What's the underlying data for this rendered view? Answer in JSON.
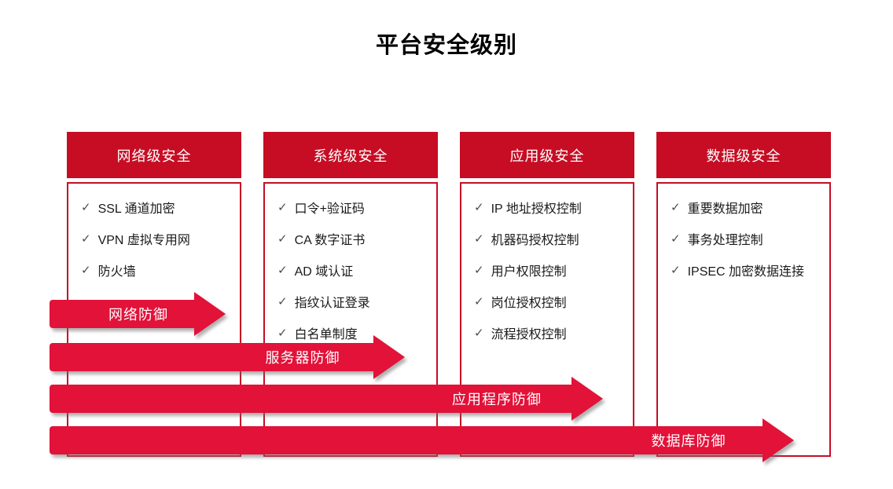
{
  "title": "平台安全级别",
  "check_glyph": "✓",
  "colors": {
    "header_red": "#C60D24",
    "border_red": "#C60D24",
    "arrow_red": "#E21239",
    "check_gray": "#4D4D4D",
    "header_text": "#FFFFFF",
    "body_text": "#1A1A1A"
  },
  "columns": [
    {
      "header": "网络级安全",
      "items": [
        "SSL 通道加密",
        "VPN 虚拟专用网",
        "防火墙"
      ]
    },
    {
      "header": "系统级安全",
      "items": [
        "口令+验证码",
        "CA 数字证书",
        "AD 域认证",
        "指纹认证登录",
        "白名单制度"
      ]
    },
    {
      "header": "应用级安全",
      "items": [
        "IP 地址授权控制",
        "机器码授权控制",
        "用户权限控制",
        "岗位授权控制",
        "流程授权控制"
      ]
    },
    {
      "header": "数据级安全",
      "items": [
        "重要数据加密",
        "事务处理控制",
        "IPSEC 加密数据连接"
      ]
    }
  ],
  "arrows": [
    {
      "label": "网络防御"
    },
    {
      "label": "服务器防御"
    },
    {
      "label": "应用程序防御"
    },
    {
      "label": "数据库防御"
    }
  ]
}
